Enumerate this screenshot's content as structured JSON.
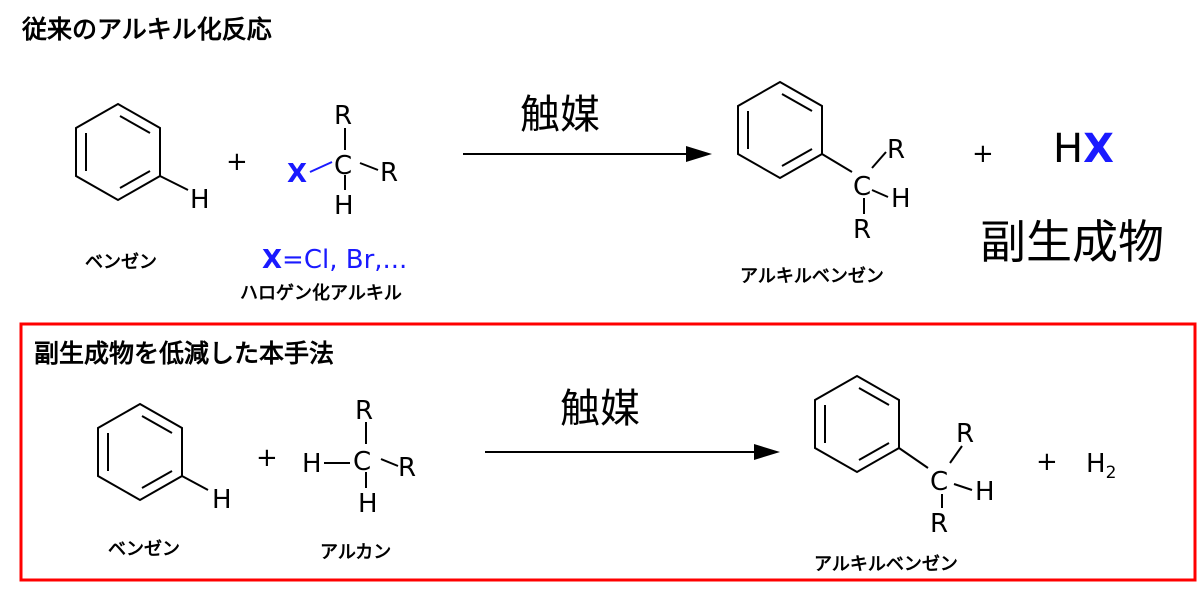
{
  "colors": {
    "accent_blue": "#1a1aff",
    "frame_red": "#ff0000",
    "ink": "#000000"
  },
  "section1": {
    "title": "従来のアルキル化反応",
    "catalyst": "触媒",
    "plus1": "+",
    "plus2": "+",
    "benzene": {
      "h_label": "H",
      "name": "ベンゼン"
    },
    "halide": {
      "x_label": "X",
      "r_top": "R",
      "c_label": "C",
      "r_right": "R",
      "h_bottom": "H",
      "x_note_x": "X",
      "x_note_rest": "=Cl, Br,...",
      "name": "ハロゲン化アルキル"
    },
    "product": {
      "r_top": "R",
      "c_label": "C",
      "h_right": "H",
      "r_bottom": "R",
      "name": "アルキルベンゼン"
    },
    "byproduct": {
      "h": "H",
      "x": "X",
      "label": "副生成物"
    }
  },
  "section2": {
    "title": "副生成物を低減した本手法",
    "catalyst": "触媒",
    "plus1": "+",
    "plus2": "+",
    "benzene": {
      "h_label": "H",
      "name": "ベンゼン"
    },
    "alkane": {
      "r_top": "R",
      "h_left": "H",
      "c_label": "C",
      "r_right": "R",
      "h_bottom": "H",
      "name": "アルカン"
    },
    "product": {
      "r_top": "R",
      "c_label": "C",
      "h_right": "H",
      "r_bottom": "R",
      "name": "アルキルベンゼン"
    },
    "byproduct": {
      "h": "H",
      "sub": "2"
    }
  }
}
